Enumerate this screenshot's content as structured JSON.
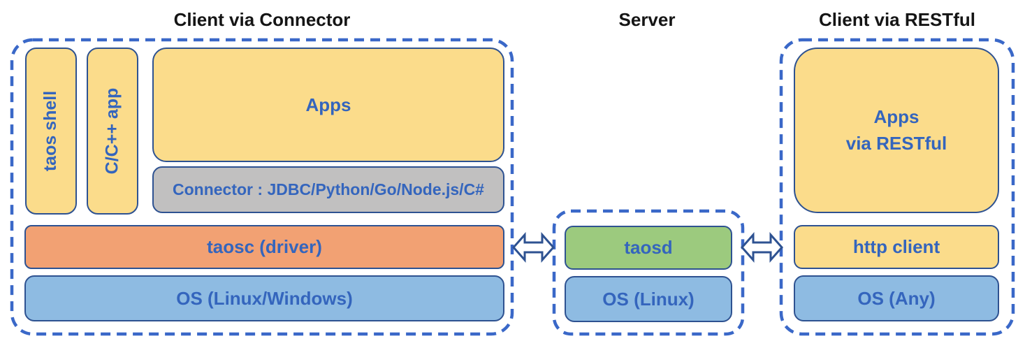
{
  "sections": {
    "connector": {
      "title": "Client via Connector",
      "taos_shell": "taos shell",
      "cpp_app": "C/C++ app",
      "apps": "Apps",
      "connector_bar": "Connector : JDBC/Python/Go/Node.js/C#",
      "taosc": "taosc (driver)",
      "os": "OS (Linux/Windows)"
    },
    "server": {
      "title": "Server",
      "taosd": "taosd",
      "os": "OS (Linux)"
    },
    "restful": {
      "title": "Client via RESTful",
      "apps": "Apps\nvia RESTful",
      "http_client": "http client",
      "os": "OS (Any)"
    }
  },
  "icons": {
    "left_link": "double-arrow-icon",
    "right_link": "double-arrow-icon"
  },
  "colors": {
    "box_yellow": "#FBDC8B",
    "box_orange": "#F2A173",
    "box_blue": "#8EBBE2",
    "box_green": "#9CCA7E",
    "box_gray": "#C1C0C0",
    "box_border": "#2E5291",
    "dashed_border": "#3A68C8",
    "label_text": "#3465BD",
    "title_text": "#151515",
    "background": "#FFFFFF"
  }
}
